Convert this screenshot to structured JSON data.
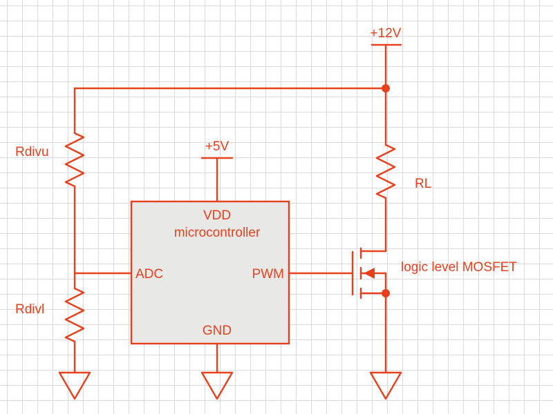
{
  "colors": {
    "wire": "#e8401c",
    "chip_fill": "#e8e8e6",
    "grid": "#d9d9d9"
  },
  "rails": {
    "vin": "+12V",
    "vcc": "+5V"
  },
  "resistors": {
    "upper": "Rdivu",
    "lower": "Rdivl",
    "load": "RL"
  },
  "chip": {
    "vdd_pin": "VDD",
    "name": "microcontroller",
    "adc_pin": "ADC",
    "pwm_pin": "PWM",
    "gnd_pin": "GND"
  },
  "transistor": {
    "label": "logic level MOSFET"
  }
}
